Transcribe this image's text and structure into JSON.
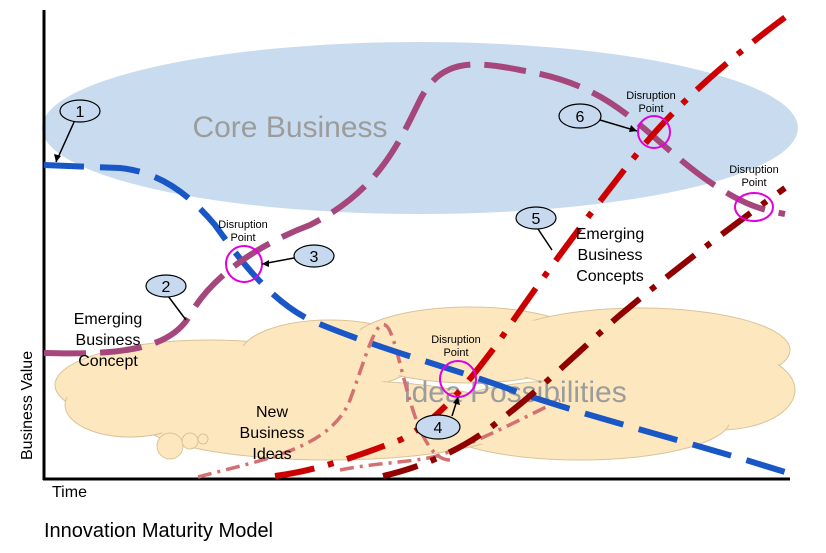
{
  "diagram": {
    "caption": "Innovation Maturity Model",
    "axis": {
      "y_label": "Business Value",
      "x_label": "Time"
    },
    "regions": {
      "core": "Core Business",
      "ideas": "Idea Possibilities"
    },
    "disruption_label": [
      "Disruption",
      "Point"
    ],
    "callouts": [
      "1",
      "2",
      "3",
      "4",
      "5",
      "6"
    ],
    "text_blocks": {
      "emerging_concept": [
        "Emerging",
        "Business",
        "Concept"
      ],
      "new_ideas": [
        "New",
        "Business",
        "Ideas"
      ],
      "emerging_concepts": [
        "Emerging",
        "Business",
        "Concepts"
      ]
    },
    "colors": {
      "core_fill": "#c9dcef",
      "idea_fill": "#fde7bf",
      "blue_line": "#1a57c6",
      "mauve_line": "#a5477c",
      "red_line": "#cc0000",
      "dark_red_line": "#900000",
      "pink_line": "#d47070",
      "disruption_ring": "#e000e0",
      "callout_fill": "#c6d9ef"
    }
  }
}
